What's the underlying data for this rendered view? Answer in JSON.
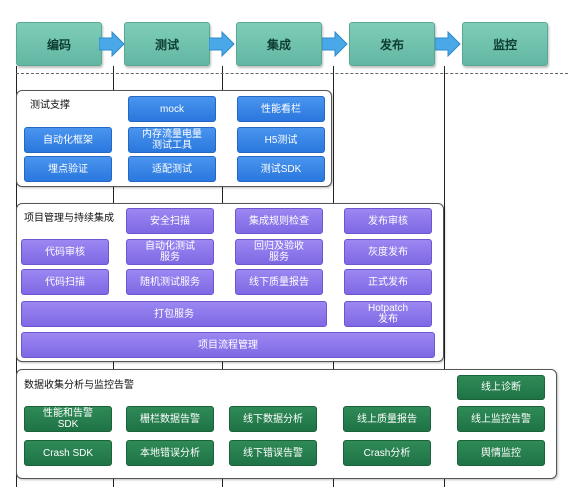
{
  "pipeline": {
    "stages": [
      "编码",
      "测试",
      "集成",
      "发布",
      "监控"
    ]
  },
  "sections": {
    "testing": {
      "title": "测试支撑",
      "boxes": [
        "mock",
        "性能看栏",
        "自动化框架",
        "内存流量电量\n测试工具",
        "H5测试",
        "埋点验证",
        "适配测试",
        "测试SDK"
      ]
    },
    "project": {
      "title": "项目管理与持续集成",
      "boxes": [
        "安全扫描",
        "集成规则检查",
        "发布审核",
        "代码审核",
        "自动化测试\n服务",
        "回归及验收\n服务",
        "灰度发布",
        "代码扫描",
        "随机测试服务",
        "线下质量报告",
        "正式发布",
        "打包服务",
        "Hotpatch\n发布",
        "项目流程管理"
      ]
    },
    "monitoring": {
      "title": "数据收集分析与监控告警",
      "boxes": [
        "线上诊断",
        "性能和告警\nSDK",
        "栅栏数据告警",
        "线下数据分析",
        "线上质量报告",
        "线上监控告警",
        "Crash SDK",
        "本地错误分析",
        "线下错误告警",
        "Crash分析",
        "舆情监控"
      ]
    }
  },
  "colors": {
    "stage": "#6cc0ab",
    "testing_box": "#3a86e8",
    "project_box": "#8e78ec",
    "monitoring_box": "#27804e"
  }
}
